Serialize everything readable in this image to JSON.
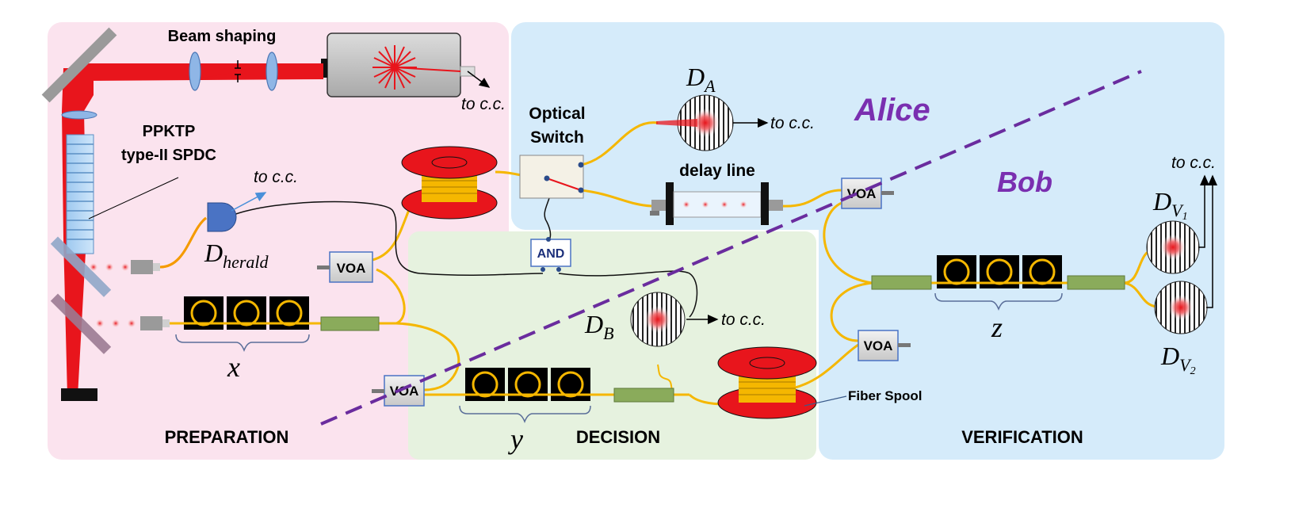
{
  "panels": {
    "preparation": "PREPARATION",
    "decision": "DECISION",
    "verification": "VERIFICATION"
  },
  "labels": {
    "beam_shaping": "Beam shaping",
    "ppktp_line1": "PPKTP",
    "ppktp_line2": "type-II SPDC",
    "to_cc": "to c.c.",
    "optical_switch_line1": "Optical",
    "optical_switch_line2": "Switch",
    "delay_line": "delay line",
    "alice": "Alice",
    "bob": "Bob",
    "voa": "VOA",
    "and_gate": "AND",
    "fiber_spool": "Fiber Spool"
  },
  "detectors": {
    "herald": {
      "main": "D",
      "sub": "herald"
    },
    "alice": {
      "main": "D",
      "sub": "A"
    },
    "bob": {
      "main": "D",
      "sub": "B"
    },
    "v1": {
      "main": "D",
      "sub": "V",
      "subsub": "1"
    },
    "v2": {
      "main": "D",
      "sub": "V",
      "subsub": "2"
    }
  },
  "groups": {
    "x": "x",
    "y": "y",
    "z": "z"
  },
  "colors": {
    "preparation_bg": "#fbe3ee",
    "decision_bg": "#e6f2df",
    "verification_bg": "#d5ebfa",
    "laser_red": "#e8151c",
    "fiber_yellow": "#f5b700",
    "divider_purple": "#6a2c9e",
    "waveplate_green": "#8aab5b"
  }
}
